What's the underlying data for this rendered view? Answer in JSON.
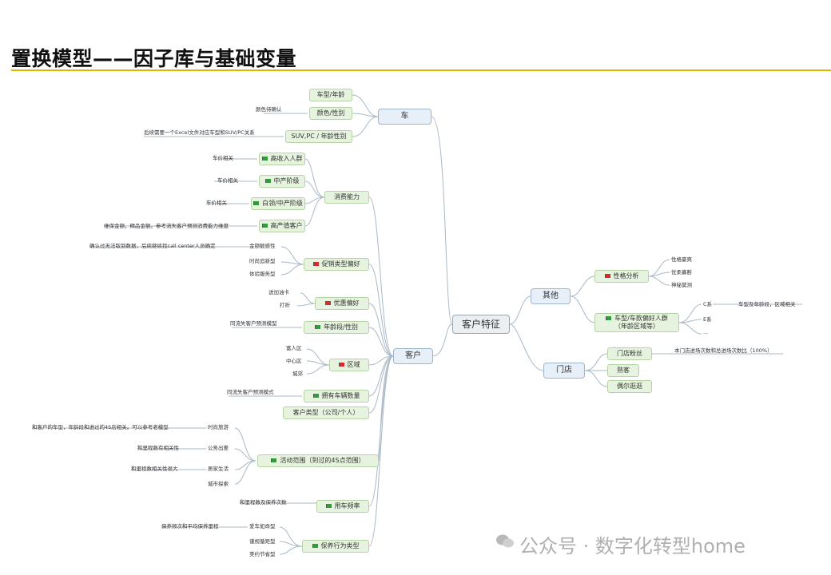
{
  "title": "置换模型——因子库与基础变量",
  "root": "客户特征",
  "car": {
    "label": "车",
    "children": [
      "车型/年龄",
      "颜色/性别",
      "SUV,PC / 年龄性别"
    ],
    "notes": [
      "颜色待确认",
      "后续需要一个Excel文件对应车型和SUV/PC关系"
    ]
  },
  "customer": {
    "label": "客户",
    "consumption": {
      "label": "消费能力",
      "items": [
        "高收入人群",
        "中产阶级",
        "白领/中产阶级",
        "高产值客户"
      ],
      "notes": [
        "车价相关",
        "车价相关",
        "车价相关",
        "维保金额，精品金额。参考流失客户预测消费能力维度"
      ]
    },
    "promotion": {
      "label": "促销类型偏好",
      "items": [
        "金额敏感性",
        "时尚追新型",
        "体验服务型"
      ],
      "note": "确认过无法取到数据，后续继续找call center人员确定"
    },
    "discount": {
      "label": "优惠偏好",
      "items": [
        "送加油卡",
        "打折"
      ]
    },
    "age_gender": {
      "label": "年龄段/性别",
      "note": "同流失客户预测模型"
    },
    "region": {
      "label": "区域",
      "items": [
        "富人区",
        "中心区",
        "城郊"
      ]
    },
    "vehicles": {
      "label": "拥有车辆数量",
      "note": "同流失客户预测模式"
    },
    "customer_type": {
      "label": "客户类型（公司/个人）"
    },
    "activity": {
      "label": "活动范围（到过的4S点范围）",
      "items": [
        "时尚旅游",
        "公务出差",
        "居家生活",
        "城市探索"
      ],
      "notes": [
        "和客户的车型，年龄段和进过的4S店相关。可以参考老模型",
        "和里程数有相关性",
        "和里程数相关性很大"
      ]
    },
    "usage": {
      "label": "用车频率",
      "note": "和里程数及保养次数"
    },
    "maintenance": {
      "label": "保养行为类型",
      "items": [
        "爱车如命型",
        "谨规循矩型",
        "美约节省型"
      ],
      "note": "保养频次和平均保养里程"
    }
  },
  "other": {
    "label": "其他",
    "personality": {
      "label": "性格分析",
      "items": [
        "性格豪爽",
        "优柔寡断",
        "神秘莫测"
      ]
    },
    "preference": {
      "label": "车型/车款偏好人群",
      "label2": "（年龄区域等）",
      "items": [
        "C系",
        "E系",
        "..."
      ],
      "note": "车型及年龄段，区域相关"
    }
  },
  "store": {
    "label": "门店",
    "items": [
      "门店粉丝",
      "熟客",
      "偶尔逛逛"
    ],
    "note": "本门店进场次数和总进场次数比（100%）"
  },
  "watermark": "公众号 · 数字化转型home",
  "colors": {
    "accent": "#e6b400",
    "node_green": "#e6f3de",
    "flag_green": "#2e9e3a",
    "flag_red": "#d42c2c"
  }
}
